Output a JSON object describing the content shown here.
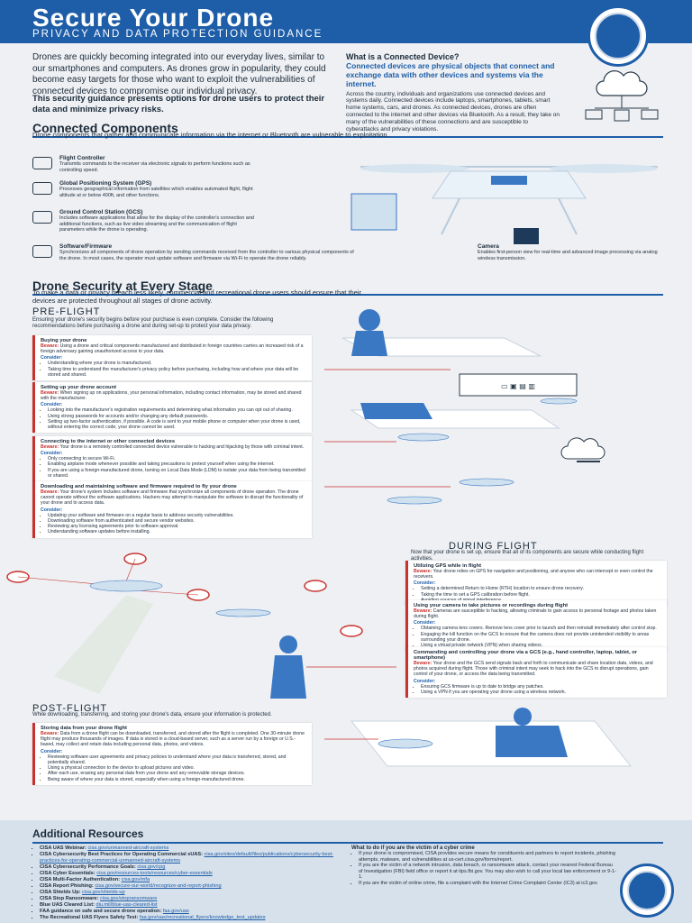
{
  "header": {
    "title": "Secure Your Drone",
    "subtitle": "PRIVACY AND DATA PROTECTION GUIDANCE"
  },
  "intro": {
    "text": "Drones are quickly becoming integrated into our everyday lives, similar to our smartphones and computers. As drones grow in popularity, they could become easy targets for those who want to exploit the vulnerabilities of connected devices to compromise our individual privacy.",
    "bold": "This security guidance presents options for drone users to protect their data and minimize privacy risks."
  },
  "connected_device": {
    "question": "What is a Connected Device?",
    "highlight": "Connected devices are physical objects that connect and exchange data with other devices and systems via the internet.",
    "text": "Across the country, individuals and organizations use connected devices and systems daily. Connected devices include laptops, smartphones, tablets, smart home systems, cars, and drones. As connected devices, drones are often connected to the internet and other devices via Bluetooth. As a result, they take on many of the vulnerabilities of these connections and are susceptible to cyberattacks and privacy violations."
  },
  "components": {
    "title": "Connected Components",
    "subtitle": "Drone components that gather and communicate information via the internet or Bluetooth are vulnerable to exploitation.",
    "items": [
      {
        "title": "Flight Controller",
        "text": "Transmits commands to the receiver via electronic signals to perform functions such as controlling speed."
      },
      {
        "title": "Global Positioning System (GPS)",
        "text": "Processes geographical information from satellites which enables automated flight, flight altitude at or below 400ft, and other functions."
      },
      {
        "title": "Ground Control Station (GCS)",
        "text": "Includes software applications that allow for the display of the controller's connection and additional functions, such as live video streaming and the communication of flight parameters while the drone is operating."
      },
      {
        "title": "Software/Firmware",
        "text": "Synchronizes all components of drone operation by sending commands received from the controller to various physical components of the drone. In most cases, the operator must update software and firmware via Wi-Fi to operate the drone reliably."
      }
    ],
    "camera": {
      "title": "Camera",
      "text": "Enables first-person view for real-time and advanced image processing via analog wireless transmission."
    }
  },
  "security": {
    "title": "Drone Security at Every Stage",
    "subtitle": "To make a data or privacy breach less likely, commercial and recreational drone users should ensure that their devices are protected throughout all stages of drone activity."
  },
  "preflight": {
    "title": "PRE-FLIGHT",
    "subtitle": "Ensuring your drone's security begins before your purchase is even complete. Consider the following recommendations before purchasing a drone and during set-up to protect your data privacy.",
    "cards": [
      {
        "title": "Buying your drone",
        "beware_label": "Beware:",
        "beware": "Using a drone and critical components manufactured and distributed in foreign countries carries an increased risk of a foreign adversary gaining unauthorized access to your data.",
        "consider_label": "Consider:",
        "consider": [
          "Understanding where your drone is manufactured.",
          "Taking time to understand the manufacturer's privacy policy before purchasing, including how and where your data will be stored and shared."
        ]
      },
      {
        "title": "Setting up your drone account",
        "beware_label": "Beware:",
        "beware": "When signing up on applications, your personal information, including contact information, may be stored and shared with the manufacturer.",
        "consider_label": "Consider:",
        "consider": [
          "Looking into the manufacturer's registration requirements and determining what information you can opt out of sharing.",
          "Using strong passwords for accounts and/or changing any default passwords.",
          "Setting up two-factor authentication, if possible. A code is sent to your mobile phone or computer when your drone is used, without entering the correct code, your drone cannot be used."
        ]
      },
      {
        "title": "Connecting to the internet or other connected devices",
        "beware_label": "Beware:",
        "beware": "Your drone is a remotely controlled connected device vulnerable to hacking and hijacking by those with criminal intent.",
        "consider_label": "Consider:",
        "consider": [
          "Only connecting to secure Wi-Fi.",
          "Enabling airplane mode whenever possible and taking precautions to protect yourself when using the internet.",
          "If you are using a foreign-manufactured drone, turning on Local Data Mode (LDM) to isolate your data from being transmitted or shared."
        ]
      },
      {
        "title": "Downloading and maintaining software and firmware required to fly your drone",
        "beware_label": "Beware:",
        "beware": "Your drone's system includes software and firmware that synchronize all components of drone operation. The drone cannot operate without the software applications. Hackers may attempt to manipulate the software to disrupt the functionality of your drone and to access data.",
        "consider_label": "Consider:",
        "consider": [
          "Updating your software and firmware on a regular basis to address security vulnerabilities.",
          "Downloading software from authenticated and secure vendor websites.",
          "Reviewing any licensing agreements prior to software approval.",
          "Understanding software updates before installing."
        ]
      }
    ]
  },
  "duringflight": {
    "title": "DURING FLIGHT",
    "subtitle": "Now that your drone is set up, ensure that all of its components are secure while conducting flight activities.",
    "cards": [
      {
        "title": "Utilizing GPS while in flight",
        "beware_label": "Beware:",
        "beware": "Your drone relies on GPS for navigation and positioning, and anyone who can intercept or even control the receivers.",
        "consider_label": "Consider:",
        "consider": [
          "Setting a determined Return to Home (RTH) location to ensure drone recovery.",
          "Taking the time to set a GPS calibration before flight.",
          "Avoiding sources of signal interference."
        ]
      },
      {
        "title": "Using your camera to take pictures or recordings during flight",
        "beware_label": "Beware:",
        "beware": "Cameras are susceptible to hacking, allowing criminals to gain access to personal footage and photos taken during flight.",
        "consider_label": "Consider:",
        "consider": [
          "Obtaining camera lens covers. Remove lens cover prior to launch and then reinstall immediately after control stop.",
          "Engaging the kill function on the GCS to ensure that the camera does not provide unintended visibility to areas surrounding your drone.",
          "Using a virtual private network (VPN) when sharing videos."
        ]
      },
      {
        "title": "Commanding and controlling your drone via a GCS (e.g., hand controller, laptop, tablet, or smartphone)",
        "beware_label": "Beware:",
        "beware": "Your drone and the GCS send signals back and forth to communicate and share location data, videos, and photos acquired during flight. Those with criminal intent may seek to hack into the GCS to disrupt operations, gain control of your drone, or access the data being transmitted.",
        "consider_label": "Consider:",
        "consider": [
          "Ensuring GCS firmware is up to date to bridge any patches.",
          "Using a VPN if you are operating your drone using a wireless network."
        ]
      }
    ]
  },
  "postflight": {
    "title": "POST-FLIGHT",
    "subtitle": "While downloading, transferring, and storing your drone's data, ensure your information is protected.",
    "cards": [
      {
        "title": "Storing data from your drone flight",
        "beware_label": "Beware:",
        "beware": "Data from a drone flight can be downloaded, transferred, and stored after the flight is completed. One 30-minute drone flight may produce thousands of images. If data is stored in a cloud-based server, such as a server run by a foreign or U.S.-based, may collect and retain data including personal data, photos, and videos.",
        "consider_label": "Consider:",
        "consider": [
          "Reviewing software user agreements and privacy policies to understand where your data is transferred, stored, and potentially shared.",
          "Using a physical connection to the device to upload pictures and video.",
          "After each use, erasing any personal data from your drone and any removable storage devices.",
          "Being aware of where your data is stored, especially when using a foreign-manufactured drone."
        ]
      }
    ]
  },
  "resources": {
    "title": "Additional Resources",
    "items": [
      {
        "label": "CISA UAS Webinar:",
        "link": "cisa.gov/unmanned-aircraft-systems"
      },
      {
        "label": "CISA Cybersecurity Best Practices for Operating Commercial sUAS:",
        "link": "cisa.gov/sites/default/files/publications/cybersecurity-best-practices-for-operating-commercial-unmanned-aircraft-systems"
      },
      {
        "label": "CISA Cybersecurity Performance Goals:",
        "link": "cisa.gov/cpg"
      },
      {
        "label": "CISA Cyber Essentials:",
        "link": "cisa.gov/resources-tools/resources/cyber-essentials"
      },
      {
        "label": "CISA Multi-Factor Authentication:",
        "link": "cisa.gov/mfa"
      },
      {
        "label": "CISA Report Phishing:",
        "link": "cisa.gov/secure-our-world/recognize-and-report-phishing"
      },
      {
        "label": "CISA Shields Up:",
        "link": "cisa.gov/shields-up"
      },
      {
        "label": "CISA Stop Ransomware:",
        "link": "cisa.gov/stopransomware"
      },
      {
        "label": "Blue UAS Cleared List:",
        "link": "diu.mil/blue-uas-cleared-list"
      },
      {
        "label": "FAA guidance on safe and secure drone operation:",
        "link": "faa.gov/uas"
      },
      {
        "label": "The Recreational UAS Flyers Safety Test:",
        "link": "faa.gov/uas/recreational_flyers/knowledge_test_updates"
      }
    ],
    "victim_title": "What to do if you are the victim of a cyber crime",
    "victim_items": [
      "If your drone is compromised, CISA provides secure means for constituents and partners to report incidents, phishing attempts, malware, and vulnerabilities at us-cert.cisa.gov/forms/report.",
      "If you are the victim of a network intrusion, data breach, or ransomware attack, contact your nearest Federal Bureau of Investigation (FBI) field office or report it at tips.fbi.gov. You may also wish to call your local law enforcement or 9-1-1.",
      "If you are the victim of online crime, file a complaint with the Internet Crime Complaint Center (IC3) at ic3.gov."
    ]
  },
  "colors": {
    "primary": "#1e5ea8",
    "accent": "#c8322e",
    "background": "#eef0f3"
  }
}
